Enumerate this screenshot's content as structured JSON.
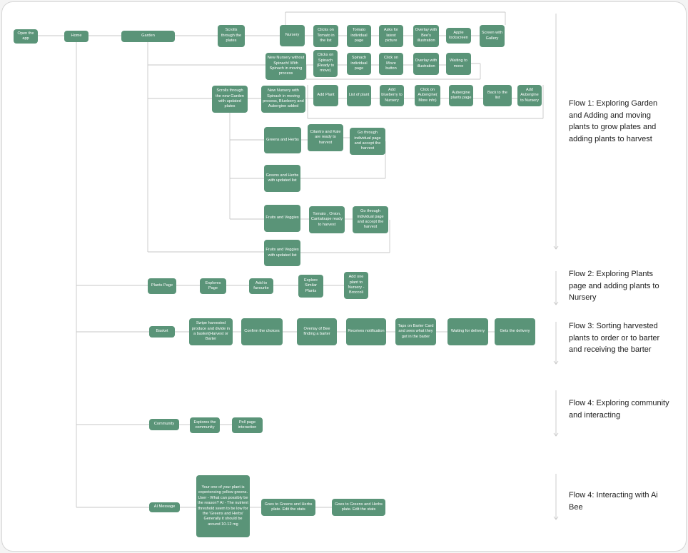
{
  "colors": {
    "node_fill": "#5a9478",
    "node_text": "#ffffff",
    "connector": "#c7c7c7",
    "label_text": "#1d1d1d",
    "background": "#ffffff"
  },
  "nodes": {
    "open_app": "Open the app",
    "home": "Home",
    "garden": "Garden",
    "scrolls_plates": "Scrolls through the plates",
    "nursery": "Nursery",
    "clicks_tomato": "Clicks on Tomato in the list",
    "tomato_page": "Tomato individual page",
    "asks_picture": "Asks for latest picture",
    "overlay_bee": "Overlay with Bee's illustration",
    "apple_lockscreen": "Apple lockscreen",
    "screen_gallery": "Screen with Gallery",
    "new_nursery_without": "New Nursery without Spinach/ With Spinach in moving process",
    "clicks_spinach": "Clicks on Spinach (Ready to move)",
    "spinach_page": "Spinach individual page",
    "click_move": "Click on Move button",
    "overlay_illustration": "Overlay with illustration",
    "waiting_move": "Waiting to move",
    "scrolls_new_garden": "Scrolls through the new Garden with updated plates",
    "new_nursery_with": "New Nursery with Spinach in moving process, Blueberry and Aubergine added",
    "add_plant": "Add Plant",
    "list_of_plant": "List of plant",
    "add_blueberry": "Add blueberry to Nursery",
    "click_aubergine": "Click on Aubergine( More info)",
    "aubergine_page": "Aubergine plants page",
    "back_to_list": "Back to the list",
    "add_aubergine": "Add Aubergine to Nursery",
    "greens_herbs": "Greens and Herbs",
    "cilantro_kale": "Cilantro and Kale are ready to harvest",
    "go_through_greens": "Go through individual page and accept the harvest",
    "greens_updated": "Greens and Herbs with updated list",
    "fruits_veggies": "Fruits and Veggies",
    "tomato_onion": "Tomato , Onion, Cantaloupe ready to harvest",
    "go_through_fruits": "Go through individual page and accept the harvest",
    "fruits_updated": "Fruits and Veggies with updated list",
    "plants_page": "Plants Page",
    "explores_page": "Explores Page",
    "add_favourite": "Add to favourite",
    "explore_similar": "Explore Similar Plants",
    "add_one_plant": "Add one plant to Nursery - Broccoli",
    "basket": "Basket",
    "swipe_harvested": "Swipe harvested produce and divide in a basket(Harvest or Barter",
    "confirm_choices": "Confirm the choices",
    "overlay_barter": "Overlay of Bee finding a barter",
    "receives_notification": "Receives notification",
    "taps_barter": "Taps on Barter Card and sees what they got in the barter",
    "waiting_delivery": "Waiting for delivery",
    "gets_delivery": "Gets the delivery",
    "community": "Community",
    "explores_community": "Explores the community",
    "poll_page": "Poll page interaction",
    "ai_message": "AI Message",
    "ai_conversation": "Your one of your plant is experiencing yellow greens. User - What can possibly be the reason? AI - The nutrient threshold seem to be low for the 'Greens and Herbs' Generally it should be around 10-12 mg",
    "goes_greens_1": "Goes to Greens and Herbs plate. Edit the stats",
    "goes_greens_2": "Goes to Greens and Herbs plate. Edit the stats"
  },
  "flows": {
    "flow1": "Flow 1: Exploring Garden and Adding and moving plants to grow plates and adding plants to harvest",
    "flow2": "Flow 2: Exploring Plants page and adding plants to Nursery",
    "flow3": "Flow 3: Sorting harvested plants to order or to barter and receiving the barter",
    "flow4a": "Flow 4: Exploring community and interacting",
    "flow4b": "Flow 4: Interacting with Ai Bee"
  }
}
